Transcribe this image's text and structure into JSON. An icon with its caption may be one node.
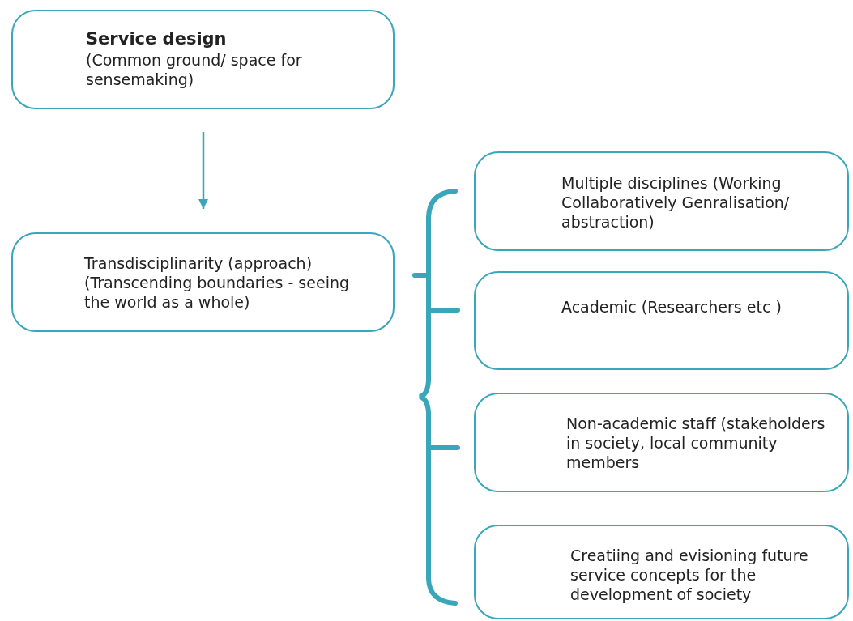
{
  "diagram": {
    "nodes": [
      {
        "text": [
          "Service design",
          "(Common ground/ space for sensemaking)"
        ]
      },
      {
        "text": [
          "Transdisciplinarity (approach) (Transcending boundaries - seeing the world as a whole)"
        ]
      },
      {
        "text": [
          "Multiple disciplines (Working Collaboratively Genralisation/ abstraction)"
        ]
      },
      {
        "text": [
          "Academic (Researchers etc )"
        ]
      },
      {
        "text": [
          "Non-academic staff (stakeholders in society, local community members"
        ]
      },
      {
        "text": [
          "Creatiing and evisioning future service concepts for the development of society"
        ]
      }
    ],
    "edges": [
      {
        "from": 0,
        "to": 1,
        "arrow": "to"
      }
    ]
  }
}
